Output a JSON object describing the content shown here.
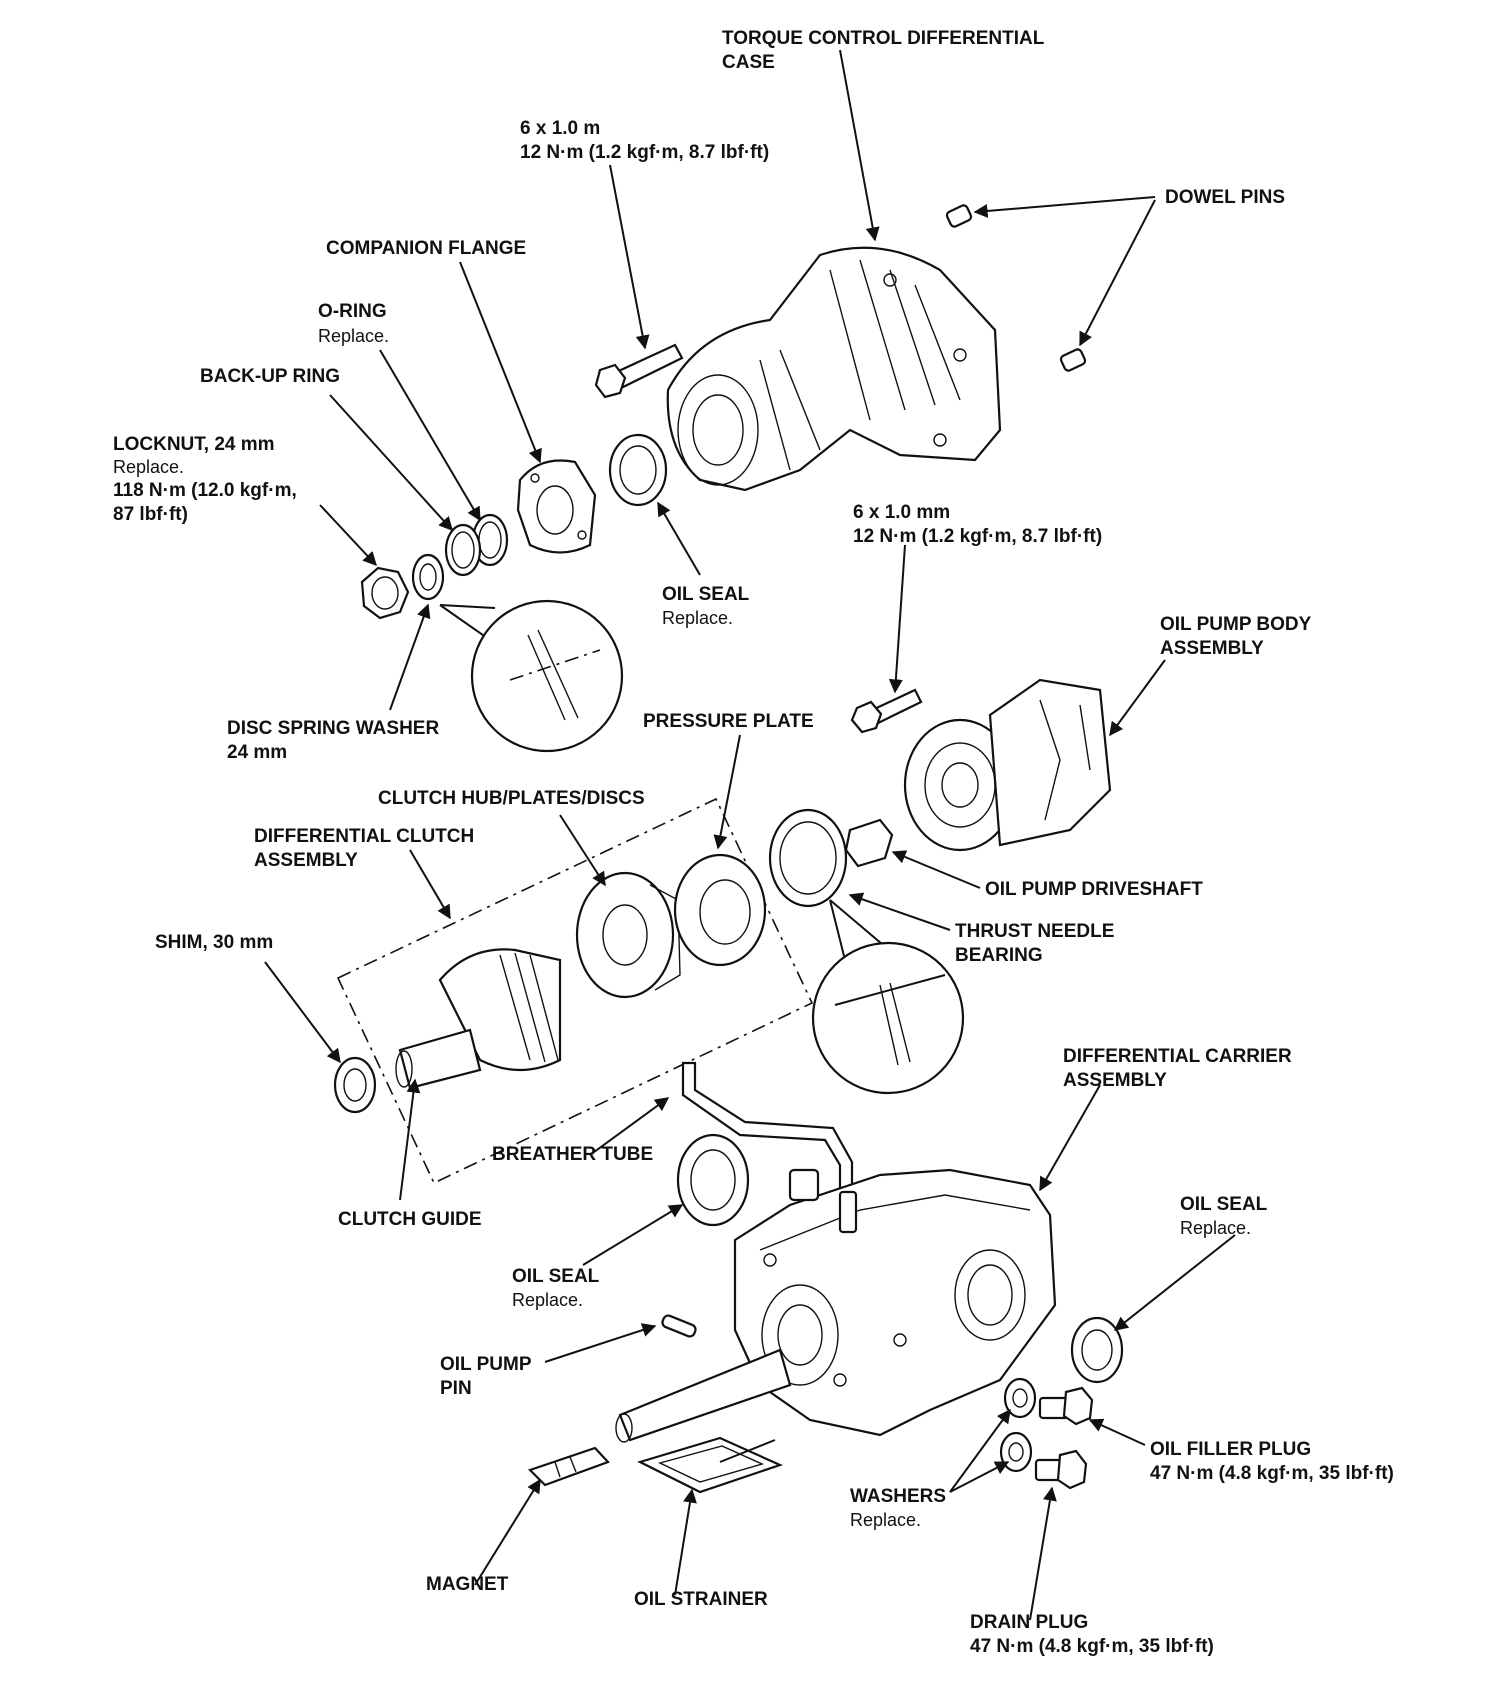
{
  "labels": {
    "torque_case_1": "TORQUE CONTROL DIFFERENTIAL",
    "torque_case_2": "CASE",
    "bolt1_size": "6 x 1.0 m",
    "bolt1_torque": "12 N·m (1.2 kgf·m, 8.7 lbf·ft)",
    "dowel_pins": "DOWEL PINS",
    "companion_flange": "COMPANION FLANGE",
    "o_ring": "O-RING",
    "o_ring_note": "Replace.",
    "backup_ring": "BACK-UP RING",
    "locknut": "LOCKNUT, 24 mm",
    "locknut_note": "Replace.",
    "locknut_torque_1": "118 N·m (12.0 kgf·m,",
    "locknut_torque_2": "87 lbf·ft)",
    "oil_seal_top": "OIL SEAL",
    "oil_seal_top_note": "Replace.",
    "bolt2_size": "6 x 1.0 mm",
    "bolt2_torque": "12 N·m (1.2 kgf·m, 8.7 lbf·ft)",
    "oil_pump_body_1": "OIL PUMP BODY",
    "oil_pump_body_2": "ASSEMBLY",
    "disc_spring_1": "DISC SPRING WASHER",
    "disc_spring_2": "24 mm",
    "pressure_plate": "PRESSURE PLATE",
    "clutch_hub": "CLUTCH HUB/PLATES/DISCS",
    "diff_clutch_1": "DIFFERENTIAL CLUTCH",
    "diff_clutch_2": "ASSEMBLY",
    "oil_pump_driveshaft": "OIL PUMP DRIVESHAFT",
    "thrust_1": "THRUST NEEDLE",
    "thrust_2": "BEARING",
    "shim": "SHIM, 30 mm",
    "diff_carrier_1": "DIFFERENTIAL CARRIER",
    "diff_carrier_2": "ASSEMBLY",
    "breather_tube": "BREATHER TUBE",
    "oil_seal_right": "OIL SEAL",
    "oil_seal_right_note": "Replace.",
    "clutch_guide": "CLUTCH GUIDE",
    "oil_seal_left": "OIL SEAL",
    "oil_seal_left_note": "Replace.",
    "oil_pump_pin_1": "OIL PUMP",
    "oil_pump_pin_2": "PIN",
    "oil_filler_plug": "OIL FILLER PLUG",
    "oil_filler_torque": "47 N·m (4.8 kgf·m, 35 lbf·ft)",
    "washers": "WASHERS",
    "washers_note": "Replace.",
    "magnet": "MAGNET",
    "oil_strainer": "OIL STRAINER",
    "drain_plug": "DRAIN PLUG",
    "drain_plug_torque": "47 N·m (4.8 kgf·m, 35 lbf·ft)"
  }
}
